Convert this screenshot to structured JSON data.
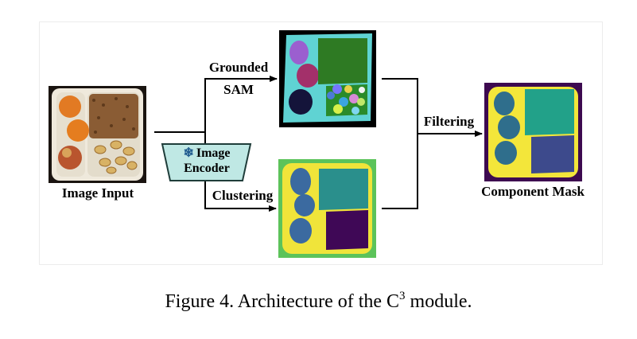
{
  "figure": {
    "labels": {
      "image_input": "Image Input",
      "grounded": "Grounded",
      "sam": "SAM",
      "clustering": "Clustering",
      "filtering": "Filtering",
      "component_mask": "Component Mask"
    },
    "encoder": {
      "icon": "snowflake-icon",
      "line1": "Image",
      "line2": "Encoder"
    },
    "caption": {
      "prefix": "Figure 4. Architecture of the C",
      "superscript": "3",
      "suffix": " module."
    }
  }
}
